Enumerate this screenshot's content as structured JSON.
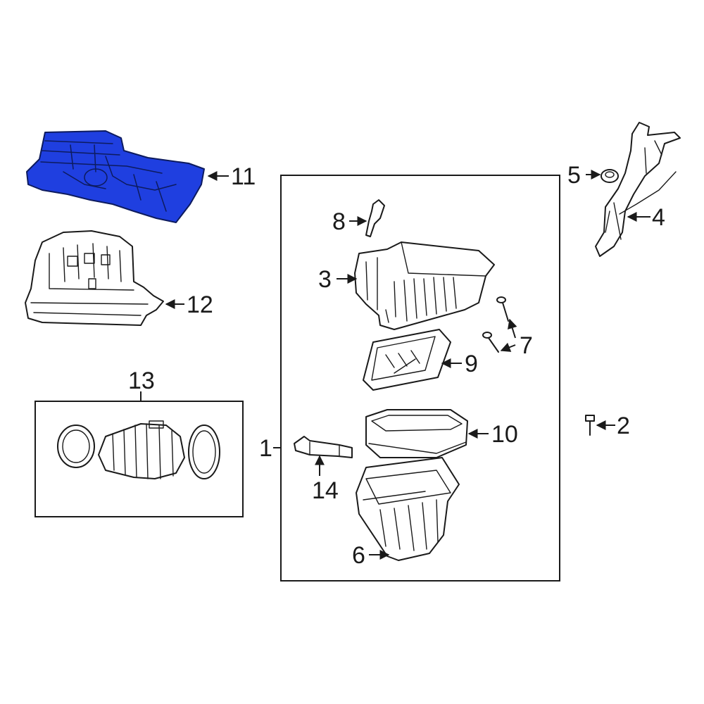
{
  "colors": {
    "highlight": "#1f3fe0",
    "line": "#1a1a1a",
    "background": "#ffffff"
  },
  "callouts": {
    "c1": "1",
    "c2": "2",
    "c3": "3",
    "c4": "4",
    "c5": "5",
    "c6": "6",
    "c7": "7",
    "c8": "8",
    "c9": "9",
    "c10": "10",
    "c11": "11",
    "c12": "12",
    "c13": "13",
    "c14": "14"
  }
}
